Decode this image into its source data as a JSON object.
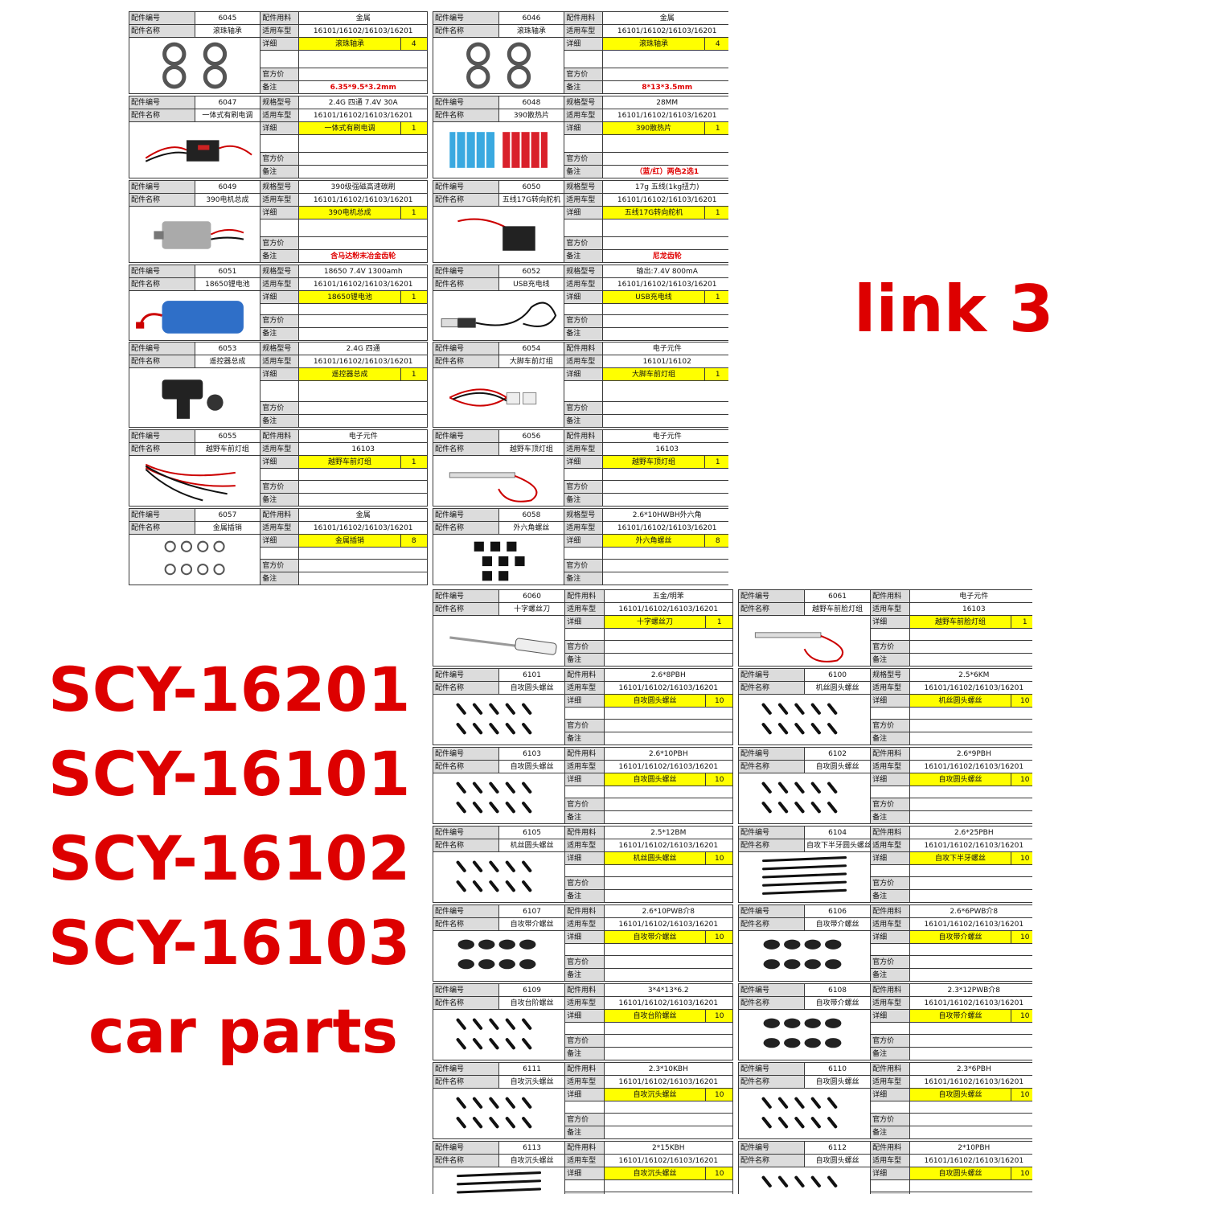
{
  "labels": {
    "part_no": "配件编号",
    "part_name": "配件名称",
    "material": "配件用料",
    "spec": "规格型号",
    "fit": "适用车型",
    "detail": "详细",
    "price": "官方价",
    "note": "备注"
  },
  "overlay": {
    "link": "link 3",
    "models": [
      "SCY-16201",
      "SCY-16101",
      "SCY-16102",
      "SCY-16103"
    ],
    "suffix": "car parts"
  },
  "colors": {
    "accent_red": "#dd0000",
    "highlight": "#ffff00",
    "label_bg": "#dcdcdc"
  },
  "sheet1": [
    {
      "no": "6045",
      "name": "滚珠轴承",
      "attr": "material",
      "attr_val": "金属",
      "fit": "16101/16102/16103/16201",
      "detail": "滚珠轴承",
      "qty": "4",
      "note": "6.35*9.5*3.2mm",
      "icon": "bearing-icon"
    },
    {
      "no": "6046",
      "name": "滚珠轴承",
      "attr": "material",
      "attr_val": "金属",
      "fit": "16101/16102/16103/16201",
      "detail": "滚珠轴承",
      "qty": "4",
      "note": "8*13*3.5mm",
      "icon": "bearing-icon"
    },
    {
      "no": "6047",
      "name": "一体式有刷电调",
      "attr": "spec",
      "attr_val": "2.4G 四通 7.4V 30A",
      "fit": "16101/16102/16103/16201",
      "detail": "一体式有刷电调",
      "qty": "1",
      "note": "",
      "icon": "esc-icon"
    },
    {
      "no": "6048",
      "name": "390散热片",
      "attr": "spec",
      "attr_val": "28MM",
      "fit": "16101/16102/16103/16201",
      "detail": "390散热片",
      "qty": "1",
      "note": "（蓝/红）两色2选1",
      "icon": "heatsink-icon"
    },
    {
      "no": "6049",
      "name": "390电机总成",
      "attr": "spec",
      "attr_val": "390级强磁高速碳刷",
      "fit": "16101/16102/16103/16201",
      "detail": "390电机总成",
      "qty": "1",
      "note": "含马达粉末冶金齿轮",
      "icon": "motor-icon"
    },
    {
      "no": "6050",
      "name": "五线17G转向舵机",
      "attr": "spec",
      "attr_val": "17g 五线(1kg扭力)",
      "fit": "16101/16102/16103/16201",
      "detail": "五线17G转向舵机",
      "qty": "1",
      "note": "尼龙齿轮",
      "icon": "servo-icon"
    },
    {
      "no": "6051",
      "name": "18650锂电池",
      "attr": "spec",
      "attr_val": "18650 7.4V 1300amh",
      "fit": "16101/16102/16103/16201",
      "detail": "18650锂电池",
      "qty": "1",
      "note": "",
      "icon": "battery-icon"
    },
    {
      "no": "6052",
      "name": "USB充电线",
      "attr": "spec",
      "attr_val": "输出:7.4V 800mA",
      "fit": "16101/16102/16103/16201",
      "detail": "USB充电线",
      "qty": "1",
      "note": "",
      "icon": "usb-cable-icon"
    },
    {
      "no": "6053",
      "name": "遥控器总成",
      "attr": "spec",
      "attr_val": "2.4G 四通",
      "fit": "16101/16102/16103/16201",
      "detail": "遥控器总成",
      "qty": "1",
      "note": "",
      "icon": "remote-icon"
    },
    {
      "no": "6054",
      "name": "大脚车前灯组",
      "attr": "material",
      "attr_val": "电子元件",
      "fit": "16101/16102",
      "detail": "大脚车前灯组",
      "qty": "1",
      "note": "",
      "icon": "led-icon"
    },
    {
      "no": "6055",
      "name": "越野车前灯组",
      "attr": "material",
      "attr_val": "电子元件",
      "fit": "16103",
      "detail": "越野车前灯组",
      "qty": "1",
      "note": "",
      "icon": "wires-icon"
    },
    {
      "no": "6056",
      "name": "越野车顶灯组",
      "attr": "material",
      "attr_val": "电子元件",
      "fit": "16103",
      "detail": "越野车顶灯组",
      "qty": "1",
      "note": "",
      "icon": "led-strip-icon"
    },
    {
      "no": "6057",
      "name": "金属插销",
      "attr": "material",
      "attr_val": "金属",
      "fit": "16101/16102/16103/16201",
      "detail": "金属插销",
      "qty": "8",
      "note": "",
      "icon": "clip-icon"
    },
    {
      "no": "6058",
      "name": "外六角螺丝",
      "attr": "spec",
      "attr_val": "2.6*10HWBH外六角",
      "fit": "16101/16102/16103/16201",
      "detail": "外六角螺丝",
      "qty": "8",
      "note": "",
      "icon": "hex-screw-icon"
    }
  ],
  "sheet2": [
    {
      "no": "6060",
      "name": "十字螺丝刀",
      "attr": "material",
      "attr_val": "五金/明苯",
      "fit": "16101/16102/16103/16201",
      "detail": "十字螺丝刀",
      "qty": "1",
      "icon": "screwdriver-icon"
    },
    {
      "no": "6061",
      "name": "越野车前脸灯组",
      "attr": "material",
      "attr_val": "电子元件",
      "fit": "16103",
      "detail": "越野车前脸灯组",
      "qty": "1",
      "icon": "led-strip-icon"
    },
    {
      "no": "6101",
      "name": "自攻圆头螺丝",
      "attr": "material",
      "attr_val": "2.6*8PBH",
      "fit": "16101/16102/16103/16201",
      "detail": "自攻圆头螺丝",
      "qty": "10",
      "icon": "screws-icon"
    },
    {
      "no": "6100",
      "name": "机丝圆头螺丝",
      "attr": "spec",
      "attr_val": "2.5*6KM",
      "fit": "16101/16102/16103/16201",
      "detail": "机丝圆头螺丝",
      "qty": "10",
      "icon": "screws-icon"
    },
    {
      "no": "6103",
      "name": "自攻圆头螺丝",
      "attr": "material",
      "attr_val": "2.6*10PBH",
      "fit": "16101/16102/16103/16201",
      "detail": "自攻圆头螺丝",
      "qty": "10",
      "icon": "screws-icon"
    },
    {
      "no": "6102",
      "name": "自攻圆头螺丝",
      "attr": "material",
      "attr_val": "2.6*9PBH",
      "fit": "16101/16102/16103/16201",
      "detail": "自攻圆头螺丝",
      "qty": "10",
      "icon": "screws-icon"
    },
    {
      "no": "6105",
      "name": "机丝圆头螺丝",
      "attr": "material",
      "attr_val": "2.5*12BM",
      "fit": "16101/16102/16103/16201",
      "detail": "机丝圆头螺丝",
      "qty": "10",
      "icon": "screws-icon"
    },
    {
      "no": "6104",
      "name": "自攻下半牙圆头螺丝",
      "attr": "material",
      "attr_val": "2.6*25PBH",
      "fit": "16101/16102/16103/16201",
      "detail": "自攻下半牙螺丝",
      "qty": "10",
      "icon": "long-screws-icon"
    },
    {
      "no": "6107",
      "name": "自攻带介螺丝",
      "attr": "material",
      "attr_val": "2.6*10PWB介8",
      "fit": "16101/16102/16103/16201",
      "detail": "自攻带介螺丝",
      "qty": "10",
      "icon": "washer-screws-icon"
    },
    {
      "no": "6106",
      "name": "自攻带介螺丝",
      "attr": "material",
      "attr_val": "2.6*6PWB介8",
      "fit": "16101/16102/16103/16201",
      "detail": "自攻带介螺丝",
      "qty": "10",
      "icon": "washer-screws-icon"
    },
    {
      "no": "6109",
      "name": "自攻台阶螺丝",
      "attr": "material",
      "attr_val": "3*4*13*6.2",
      "fit": "16101/16102/16103/16201",
      "detail": "自攻台阶螺丝",
      "qty": "10",
      "icon": "screws-icon"
    },
    {
      "no": "6108",
      "name": "自攻带介螺丝",
      "attr": "material",
      "attr_val": "2.3*12PWB介8",
      "fit": "16101/16102/16103/16201",
      "detail": "自攻带介螺丝",
      "qty": "10",
      "icon": "washer-screws-icon"
    },
    {
      "no": "6111",
      "name": "自攻沉头螺丝",
      "attr": "material",
      "attr_val": "2.3*10KBH",
      "fit": "16101/16102/16103/16201",
      "detail": "自攻沉头螺丝",
      "qty": "10",
      "icon": "screws-icon"
    },
    {
      "no": "6110",
      "name": "自攻圆头螺丝",
      "attr": "material",
      "attr_val": "2.3*6PBH",
      "fit": "16101/16102/16103/16201",
      "detail": "自攻圆头螺丝",
      "qty": "10",
      "icon": "screws-icon"
    },
    {
      "no": "6113",
      "name": "自攻沉头螺丝",
      "attr": "material",
      "attr_val": "2*15KBH",
      "fit": "16101/16102/16103/16201",
      "detail": "自攻沉头螺丝",
      "qty": "10",
      "icon": "long-screws-icon"
    },
    {
      "no": "6112",
      "name": "自攻圆头螺丝",
      "attr": "material",
      "attr_val": "2*10PBH",
      "fit": "16101/16102/16103/16201",
      "detail": "自攻圆头螺丝",
      "qty": "10",
      "icon": "screws-icon"
    }
  ]
}
